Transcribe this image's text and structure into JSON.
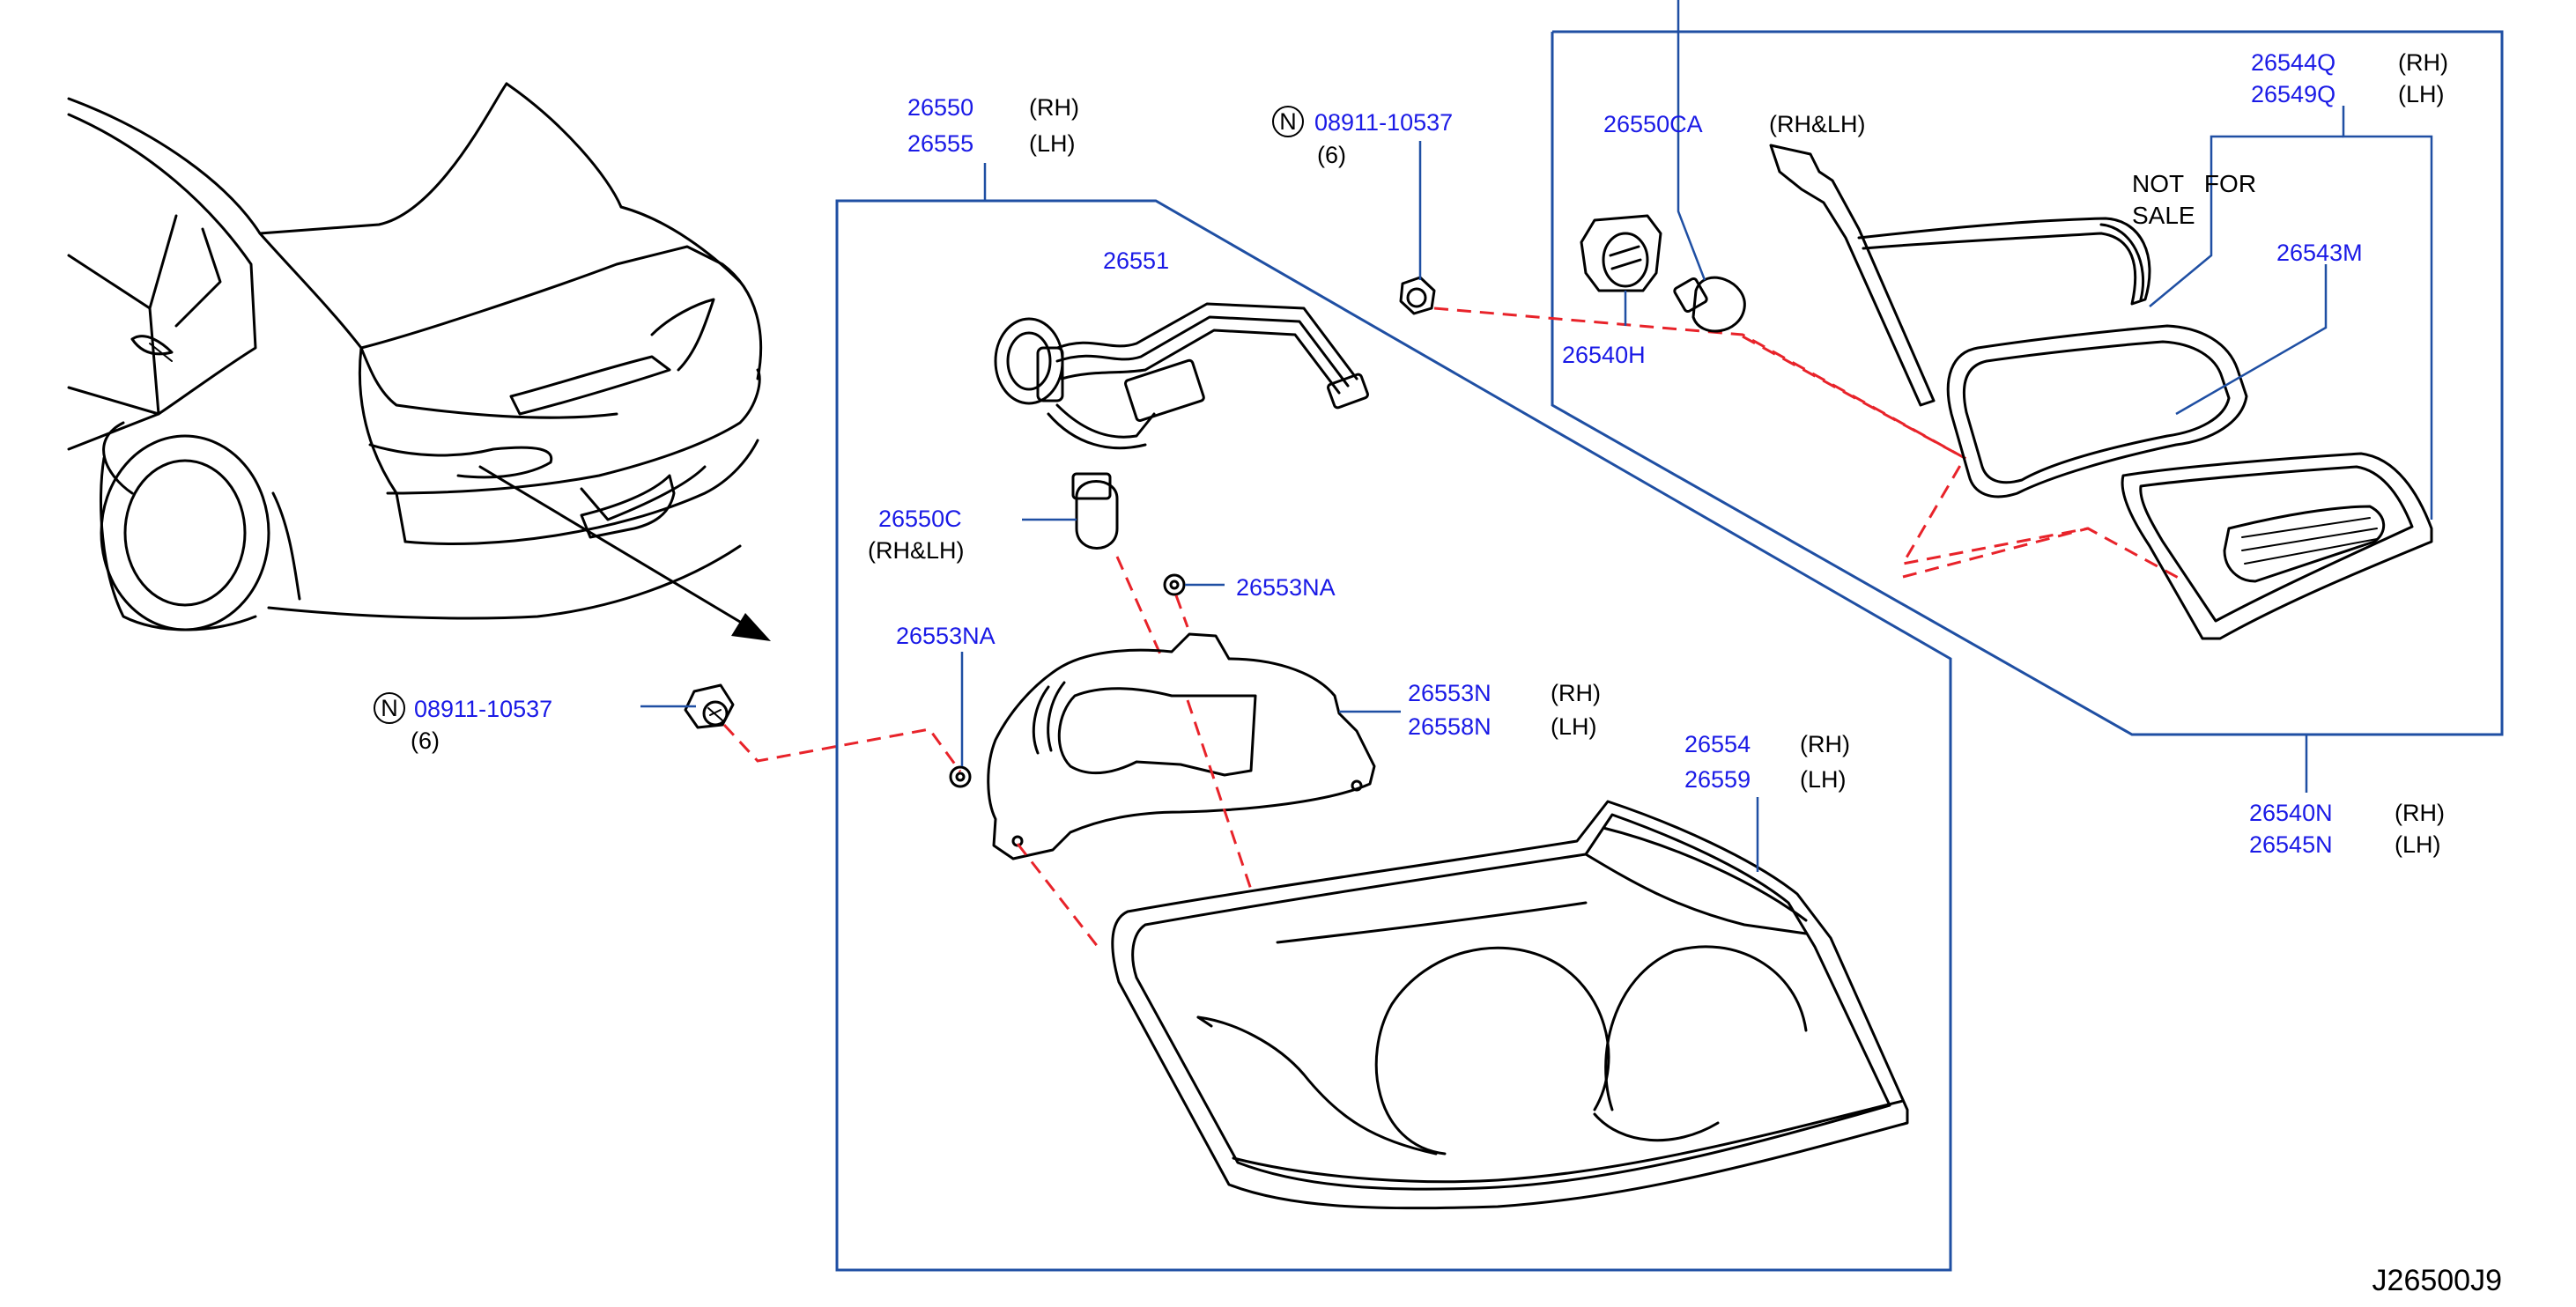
{
  "diagram_code": "J26500J9",
  "note": [
    "NOT   FOR",
    "SALE"
  ],
  "colors": {
    "part_number": "#1a1ae6",
    "leader": "#1f4fa3",
    "dashed": "#e8232a",
    "art": "#000000"
  },
  "callouts": {
    "lamp_assy": {
      "pn": [
        "26550",
        "26555"
      ],
      "side": [
        "(RH)",
        "(LH)"
      ]
    },
    "harness": {
      "pn": "26551"
    },
    "bulb_main": {
      "pn": "26550C",
      "side": "(RH&LH)"
    },
    "nut_top": {
      "symbol": "N",
      "pn": "08911-10537",
      "qty": "(6)"
    },
    "nut_left": {
      "symbol": "N",
      "pn": "08911-10537",
      "qty": "(6)"
    },
    "seal_a": {
      "pn": "26553NA"
    },
    "seal_b": {
      "pn": "26553NA"
    },
    "gasket": {
      "pn": [
        "26553N",
        "26558N"
      ],
      "side": [
        "(RH)",
        "(LH)"
      ]
    },
    "lens": {
      "pn": [
        "26554",
        "26559"
      ],
      "side": [
        "(RH)",
        "(LH)"
      ]
    },
    "bulb_inner": {
      "pn": "26550CA",
      "side": "(RH&LH)"
    },
    "socket_inner": {
      "pn": "26540H"
    },
    "finisher": {
      "pn": [
        "26544Q",
        "26549Q"
      ],
      "side": [
        "(RH)",
        "(LH)"
      ]
    },
    "inner_gasket": {
      "pn": "26543M"
    },
    "inner_lamp": {
      "pn": [
        "26540N",
        "26545N"
      ],
      "side": [
        "(RH)",
        "(LH)"
      ]
    }
  }
}
